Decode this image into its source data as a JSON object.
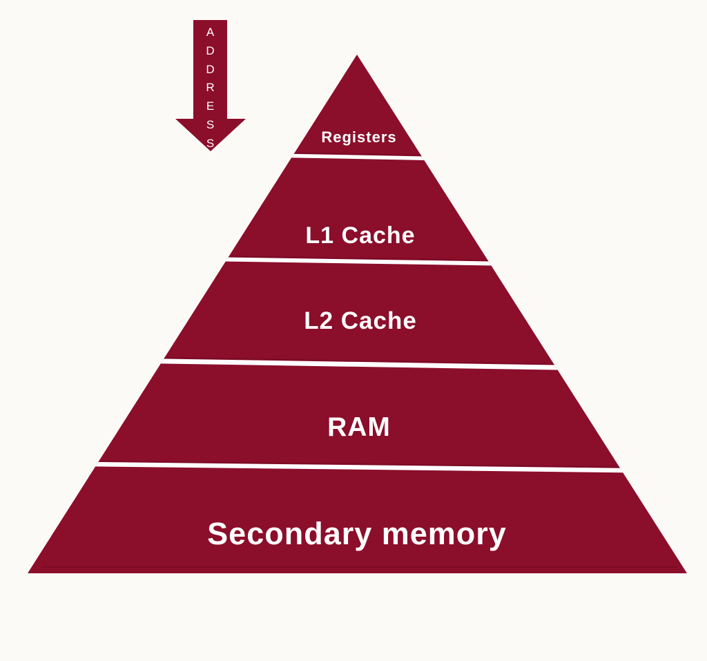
{
  "colors": {
    "pyramid_maroon": "#8B0E2B",
    "divider_white": "#FFFFFF",
    "label_white": "#FFFFFF",
    "background": "#FBFAF7",
    "edge_shadow": "#6B0A22"
  },
  "arrow": {
    "label": "ADDRESS",
    "direction": "down"
  },
  "pyramid": {
    "levels": [
      {
        "label": "Registers"
      },
      {
        "label": "L1 Cache"
      },
      {
        "label": "L2 Cache"
      },
      {
        "label": "RAM"
      },
      {
        "label": "Secondary memory"
      }
    ]
  }
}
